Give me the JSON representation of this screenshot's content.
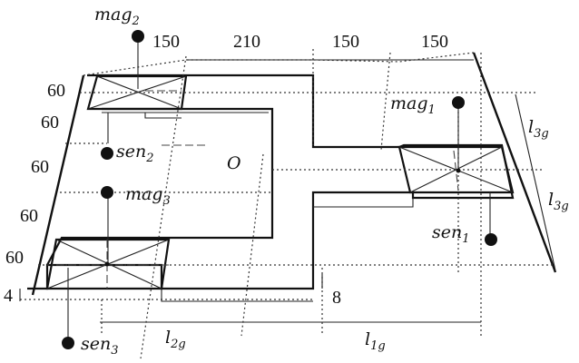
{
  "labels": {
    "mag1": {
      "base": "mag",
      "sub": "1"
    },
    "mag2": {
      "base": "mag",
      "sub": "2"
    },
    "mag3": {
      "base": "mag",
      "sub": "3"
    },
    "sen1": {
      "base": "sen",
      "sub": "1"
    },
    "sen2": {
      "base": "sen",
      "sub": "2"
    },
    "sen3": {
      "base": "sen",
      "sub": "3"
    },
    "origin": "O",
    "l1g": {
      "base": "l",
      "sub": "1g"
    },
    "l2g": {
      "base": "l",
      "sub": "2g"
    },
    "l3g": {
      "base": "l",
      "sub": "3g"
    }
  },
  "dimensions": {
    "top": [
      "150",
      "210",
      "150",
      "150"
    ],
    "left": [
      "60",
      "60",
      "60",
      "60",
      "60"
    ],
    "small_left": "4",
    "small_right": "8"
  }
}
